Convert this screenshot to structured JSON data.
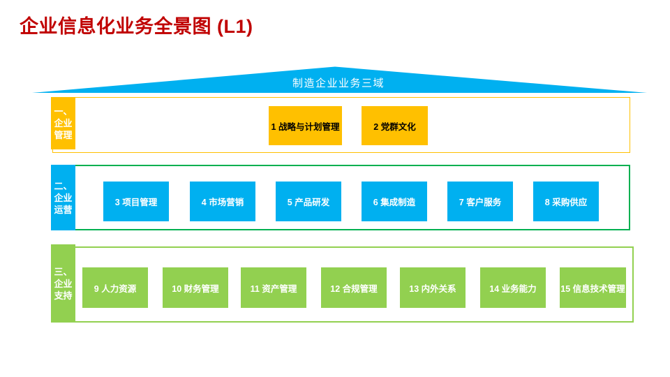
{
  "title": {
    "text": "企业信息化业务全景图 (L1)",
    "color": "#C00000"
  },
  "roof": {
    "label": "制造企业业务三域",
    "fill": "#00B0F0",
    "text_color": "#FFFFFF"
  },
  "rows": [
    {
      "label": "一、企业管理",
      "label_lines": [
        "一、",
        "企业",
        "管理"
      ],
      "accent": "#FFC000",
      "border_color": "#FFC000",
      "box_bg": "#FFC000",
      "box_text_color": "#000000",
      "boxes": [
        {
          "text": "1 战略与计划管理"
        },
        {
          "text": "2 党群文化"
        }
      ]
    },
    {
      "label": "二、企业运营",
      "label_lines": [
        "二、",
        "企业",
        "运营"
      ],
      "accent": "#00B0F0",
      "border_color": "#00B050",
      "box_bg": "#00B0F0",
      "box_text_color": "#FFFFFF",
      "boxes": [
        {
          "text": "3 项目管理"
        },
        {
          "text": "4 市场营销"
        },
        {
          "text": "5 产品研发"
        },
        {
          "text": "6 集成制造"
        },
        {
          "text": "7 客户服务"
        },
        {
          "text": "8 采购供应"
        }
      ]
    },
    {
      "label": "三、企业支持",
      "label_lines": [
        "三、",
        "企业",
        "支持"
      ],
      "accent": "#92D050",
      "border_color": "#92D050",
      "box_bg": "#92D050",
      "box_text_color": "#FFFFFF",
      "boxes": [
        {
          "text": "9 人力资源"
        },
        {
          "text": "10 财务管理"
        },
        {
          "text": "11 资产管理"
        },
        {
          "text": "12 合规管理"
        },
        {
          "text": "13 内外关系"
        },
        {
          "text": "14 业务能力"
        },
        {
          "text": "15 信息技术管理"
        }
      ]
    }
  ]
}
